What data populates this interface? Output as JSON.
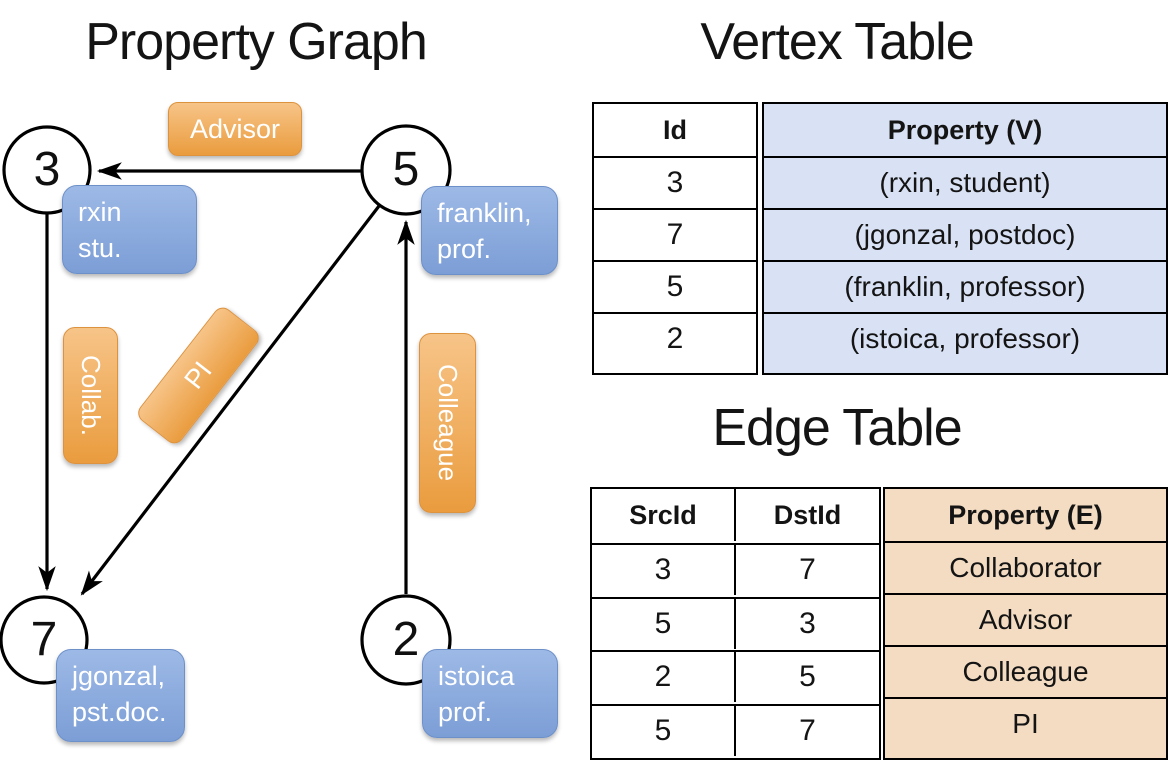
{
  "graph": {
    "title": "Property Graph",
    "nodes": [
      {
        "id": "3",
        "property": "rxin\nstu."
      },
      {
        "id": "5",
        "property": "franklin,\nprof."
      },
      {
        "id": "7",
        "property": "jgonzal,\npst.doc."
      },
      {
        "id": "2",
        "property": "istoica\nprof."
      }
    ],
    "edge_labels": {
      "advisor": "Advisor",
      "collab": "Collab.",
      "pi": "PI",
      "colleague": "Colleague"
    }
  },
  "vertex_table": {
    "title": "Vertex Table",
    "columns": {
      "id": "Id",
      "property": "Property (V)"
    },
    "rows": [
      {
        "id": "3",
        "property": "(rxin, student)"
      },
      {
        "id": "7",
        "property": "(jgonzal, postdoc)"
      },
      {
        "id": "5",
        "property": "(franklin, professor)"
      },
      {
        "id": "2",
        "property": "(istoica, professor)"
      }
    ]
  },
  "edge_table": {
    "title": "Edge Table",
    "columns": {
      "src": "SrcId",
      "dst": "DstId",
      "property": "Property (E)"
    },
    "rows": [
      {
        "src": "3",
        "dst": "7",
        "property": "Collaborator"
      },
      {
        "src": "5",
        "dst": "3",
        "property": "Advisor"
      },
      {
        "src": "2",
        "dst": "5",
        "property": "Colleague"
      },
      {
        "src": "5",
        "dst": "7",
        "property": "PI"
      }
    ]
  },
  "colors": {
    "edge_label_orange": "#efa84c",
    "vertex_property_blue": "#86a7da",
    "vertex_table_property_bg": "#d9e2f4",
    "edge_table_property_bg": "#f3dcc2",
    "line_color": "#000000"
  }
}
